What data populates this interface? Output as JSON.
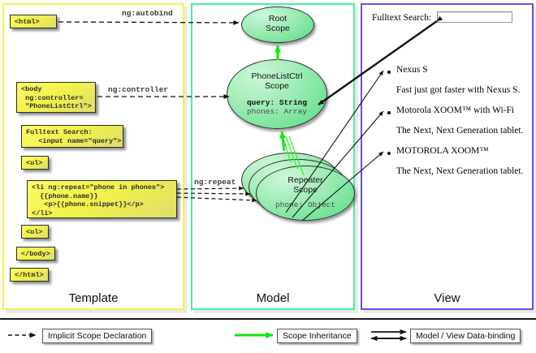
{
  "columns": [
    {
      "id": "template",
      "label": "Template",
      "border_color": "#f6f24e"
    },
    {
      "id": "model",
      "label": "Model",
      "border_color": "#45f0a0"
    },
    {
      "id": "view",
      "label": "View",
      "border_color": "#6a4fe8"
    }
  ],
  "template": {
    "boxes": [
      {
        "name": "html-open",
        "text": "<html>"
      },
      {
        "name": "body-controller",
        "text": "<body\n ng:controller=\n \"PhoneListCtrl\">"
      },
      {
        "name": "fulltext-search-input",
        "text": "Fulltext Search:\n   <input name=\"query\">"
      },
      {
        "name": "ul-open",
        "text": "<ul>"
      },
      {
        "name": "li-ng-repeat",
        "text": "<li ng:repeat=\"phone in phones\">\n  {{phone.name}}\n   <p>{{phone.snippet}}</p>\n</li>"
      },
      {
        "name": "ul-close",
        "text": "<ul>"
      },
      {
        "name": "body-close",
        "text": "</body>"
      },
      {
        "name": "html-close",
        "text": "</html>"
      }
    ]
  },
  "model": {
    "scopes": [
      {
        "name": "root-scope",
        "title_line1": "Root",
        "title_line2": "Scope",
        "props": []
      },
      {
        "name": "phonelistctrl-scope",
        "title_line1": "PhoneListCtrl",
        "title_line2": "Scope",
        "props": [
          {
            "text": "query: String",
            "highlight": true
          },
          {
            "text": "phones: Array",
            "highlight": false
          }
        ]
      },
      {
        "name": "repeater-scope",
        "title_line1": "Repeater",
        "title_line2": "Scope",
        "props": [
          {
            "text": "phone: Object",
            "highlight": false
          }
        ]
      }
    ]
  },
  "view": {
    "search_label": "Fulltext Search:",
    "search_value": "",
    "search_placeholder": "",
    "phones": [
      {
        "name": "Nexus S",
        "snippet": "Fast just got faster with Nexus S."
      },
      {
        "name": "Motorola XOOM™  with Wi-Fi",
        "snippet": "The Next, Next Generation tablet."
      },
      {
        "name": "MOTOROLA XOOM™",
        "snippet": "The Next, Next Generation tablet."
      }
    ]
  },
  "edges": [
    {
      "name": "ng-autobind",
      "label": "ng:autobind"
    },
    {
      "name": "ng-controller",
      "label": "ng:controller"
    },
    {
      "name": "ng-repeat",
      "label": "ng:repeat"
    }
  ],
  "legend": [
    {
      "name": "implicit-scope-declaration",
      "label": "Implicit Scope Declaration",
      "arrow": "dashed-black",
      "color": "#111111"
    },
    {
      "name": "scope-inheritance",
      "label": "Scope Inheritance",
      "arrow": "solid-green",
      "color": "#0ee60e"
    },
    {
      "name": "model-view-data-binding",
      "label": "Model / View Data-binding",
      "arrow": "double-black",
      "color": "#111111"
    }
  ]
}
